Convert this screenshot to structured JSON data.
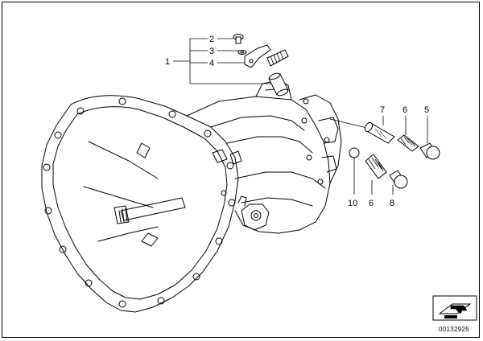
{
  "diagram": {
    "callouts": {
      "c1": "1",
      "c2": "2",
      "c3": "3",
      "c4": "4",
      "c5": "5",
      "c6_top": "6",
      "c7": "7",
      "c6_bottom": "6",
      "c8": "8",
      "c10": "10"
    },
    "document_number": "00132925",
    "icons": {
      "nav_arrow": "bookmark-arrow-icon"
    }
  }
}
